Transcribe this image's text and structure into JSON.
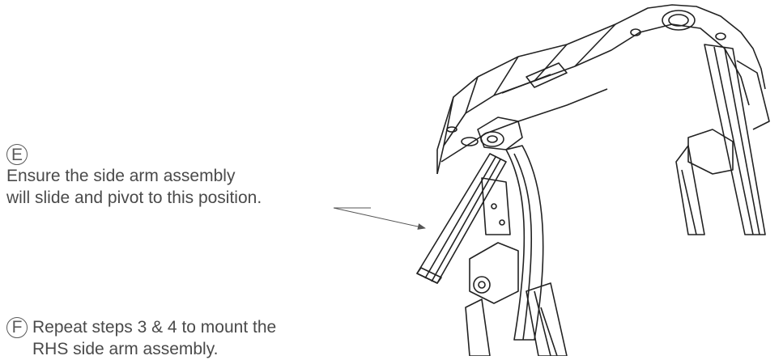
{
  "step_e": {
    "letter": "E",
    "line1": "Ensure the side arm assembly",
    "line2": "will slide and pivot to this position."
  },
  "step_f": {
    "letter": "F",
    "line1": "Repeat steps 3 & 4 to mount the",
    "line2": "RHS side arm assembly."
  }
}
